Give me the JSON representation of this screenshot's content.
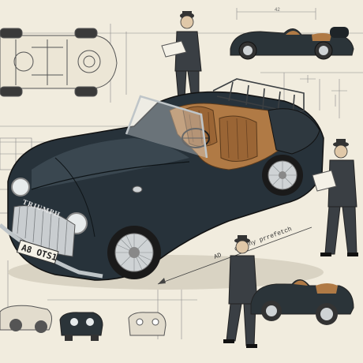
{
  "illustration": {
    "plate_text": "A8 OTS1",
    "badge_text": "TRIUMPH",
    "arrow_label_left": "AD",
    "arrow_label_right": "oreony prrefetch",
    "dimension_label": "42",
    "colors": {
      "paper": "#f1ecde",
      "body": "#27323a",
      "body_highlight": "#4b5a63",
      "leather": "#b07a45",
      "leather_dark": "#7b4f27",
      "chrome": "#cfd3d5",
      "line": "#555555"
    }
  }
}
